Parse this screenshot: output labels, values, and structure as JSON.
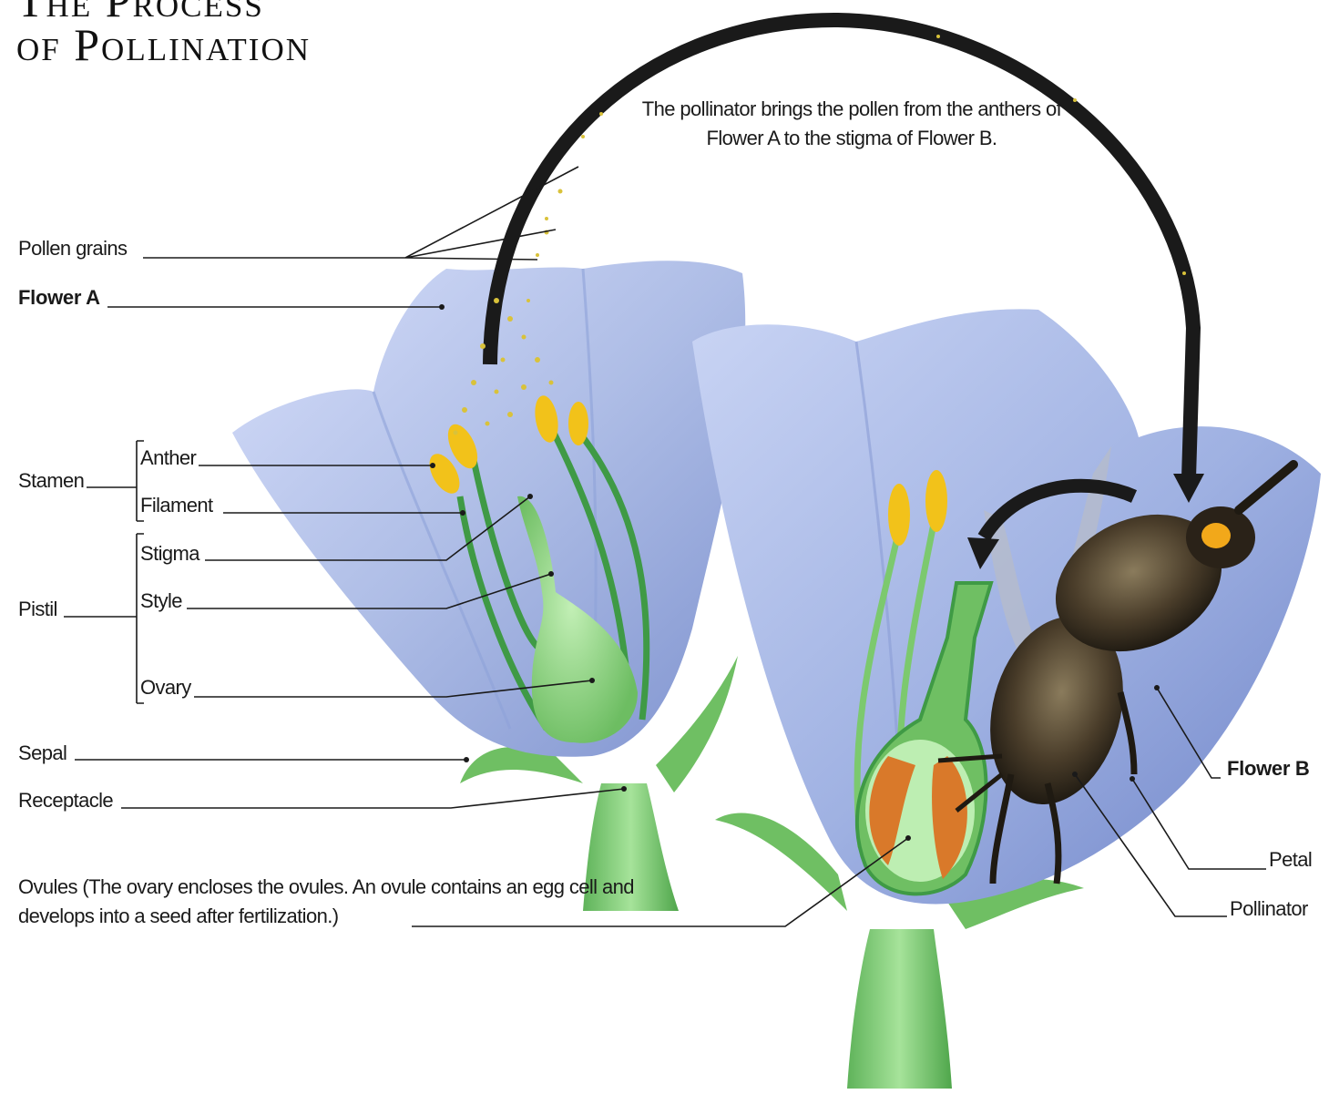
{
  "title": {
    "line1": "The Process",
    "line2": "of Pollination"
  },
  "arrow_note": "The pollinator brings the pollen from the anthers of Flower A to the stigma of Flower B.",
  "labels": {
    "pollen_grains": "Pollen grains",
    "flower_a": "Flower A",
    "stamen": "Stamen",
    "anther": "Anther",
    "filament": "Filament",
    "stigma": "Stigma",
    "pistil": "Pistil",
    "style": "Style",
    "ovary": "Ovary",
    "sepal": "Sepal",
    "receptacle": "Receptacle",
    "ovules": "Ovules (The ovary encloses the ovules.  An ovule contains an egg cell and develops into a seed after fertilization.)",
    "flower_b": "Flower B",
    "petal": "Petal",
    "pollinator": "Pollinator"
  },
  "colors": {
    "petal": "#aebde6",
    "petal_shadow": "#7f93cf",
    "stem": "#7cc96e",
    "stem_dark": "#3f9a45",
    "anther": "#f2c21a",
    "ovule": "#d9792a",
    "arrow": "#1a1a1a",
    "pollen": "#d9c23a",
    "bee_body": "#4a3d2a",
    "bee_tail": "#f2a81a"
  }
}
